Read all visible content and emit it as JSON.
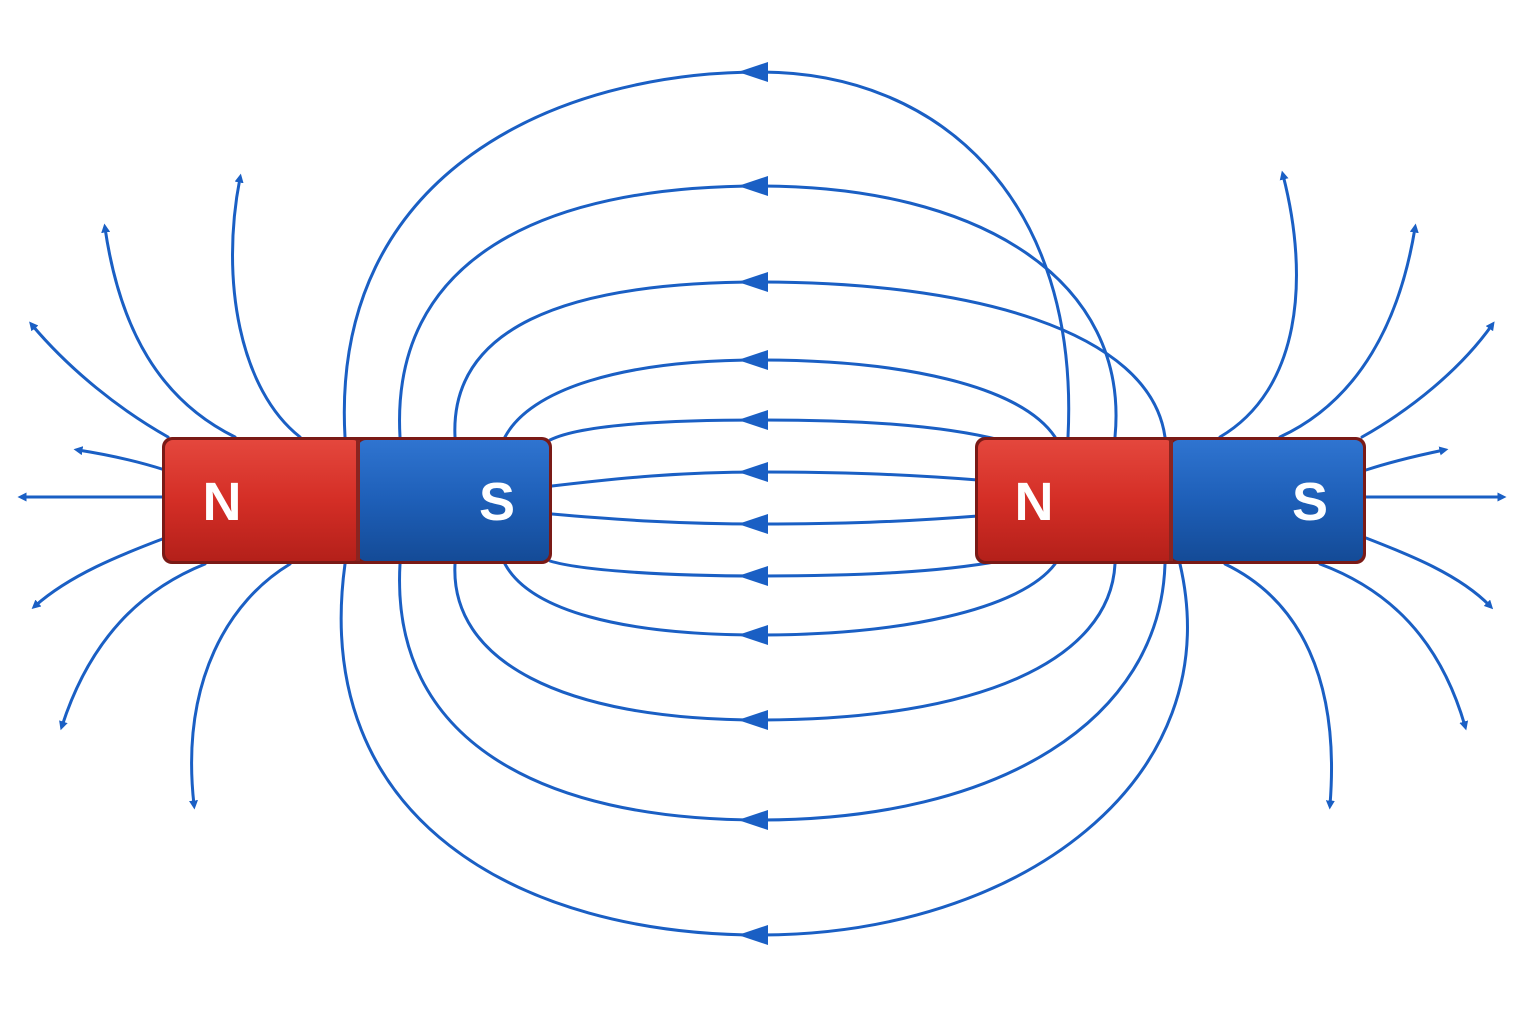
{
  "colors": {
    "background": "#ffffff",
    "field_line": "#1a5fc4",
    "north_pole": "#d42e26",
    "south_pole": "#1e5fb8",
    "label": "#ffffff"
  },
  "magnets": [
    {
      "north_label": "N",
      "south_label": "S"
    },
    {
      "north_label": "N",
      "south_label": "S"
    }
  ]
}
